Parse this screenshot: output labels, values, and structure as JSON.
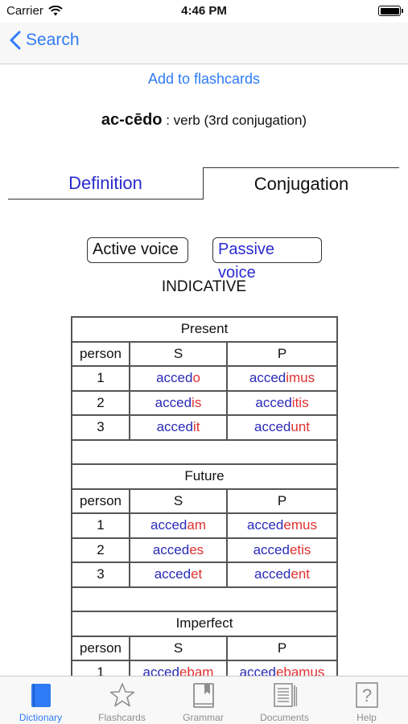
{
  "status_bar": {
    "carrier": "Carrier",
    "time": "4:46 PM"
  },
  "nav": {
    "back_label": "Search"
  },
  "actions": {
    "add_flashcards": "Add to flashcards"
  },
  "entry": {
    "lemma": "ac-cēdo",
    "info": " : verb (3rd conjugation)"
  },
  "tabs": [
    {
      "label": "Definition",
      "selected": false
    },
    {
      "label": "Conjugation",
      "selected": true
    }
  ],
  "voices": {
    "active": "Active voice",
    "passive": "Passive voice"
  },
  "mood": "INDICATIVE",
  "table": {
    "col_person": "person",
    "col_singular": "S",
    "col_plural": "P",
    "tenses": [
      {
        "name": "Present",
        "rows": [
          {
            "person": "1",
            "s_stem": "acced",
            "s_end": "o",
            "p_stem": "acced",
            "p_end": "imus"
          },
          {
            "person": "2",
            "s_stem": "acced",
            "s_end": "is",
            "p_stem": "acced",
            "p_end": "itis"
          },
          {
            "person": "3",
            "s_stem": "acced",
            "s_end": "it",
            "p_stem": "acced",
            "p_end": "unt"
          }
        ]
      },
      {
        "name": "Future",
        "rows": [
          {
            "person": "1",
            "s_stem": "acced",
            "s_end": "am",
            "p_stem": "acced",
            "p_end": "emus"
          },
          {
            "person": "2",
            "s_stem": "acced",
            "s_end": "es",
            "p_stem": "acced",
            "p_end": "etis"
          },
          {
            "person": "3",
            "s_stem": "acced",
            "s_end": "et",
            "p_stem": "acced",
            "p_end": "ent"
          }
        ]
      },
      {
        "name": "Imperfect",
        "rows": [
          {
            "person": "1",
            "s_stem": "acced",
            "s_end": "ebam",
            "p_stem": "acced",
            "p_end": "ebamus"
          }
        ]
      }
    ]
  },
  "tab_bar": [
    {
      "label": "Dictionary",
      "icon": "book-icon",
      "selected": true
    },
    {
      "label": "Flashcards",
      "icon": "star-icon",
      "selected": false
    },
    {
      "label": "Grammar",
      "icon": "grammar-book-icon",
      "selected": false
    },
    {
      "label": "Documents",
      "icon": "documents-icon",
      "selected": false
    },
    {
      "label": "Help",
      "icon": "help-icon",
      "selected": false
    }
  ],
  "colors": {
    "accent": "#2f7bf5",
    "stem": "#2a2ab8",
    "ending": "#e03030",
    "tab_selected": "#2a2ad0"
  }
}
